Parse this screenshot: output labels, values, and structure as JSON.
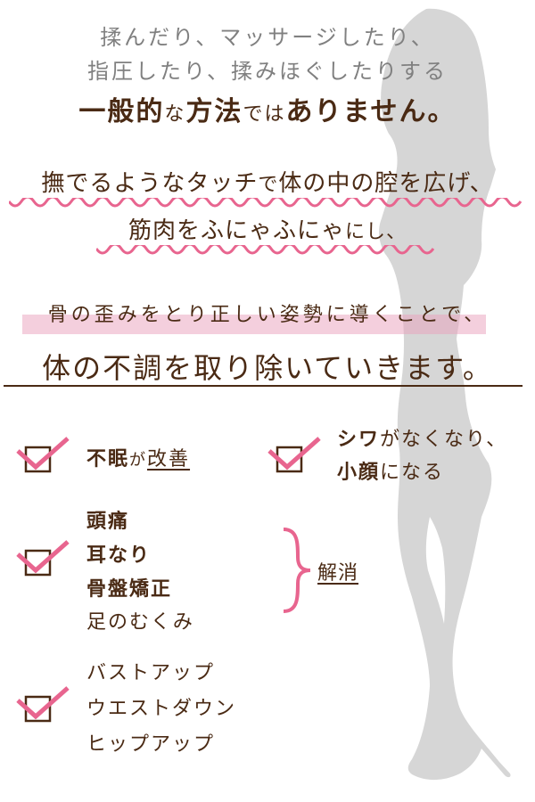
{
  "colors": {
    "text_brown": "#4a2a14",
    "text_gray": "#808080",
    "accent_pink": "#e8658f",
    "highlight_pink": "#f3c6d6",
    "silhouette_gray": "#d6d6d6"
  },
  "intro": {
    "line1": "揉んだり、マッサージしたり、",
    "line2": "指圧したり、揉みほぐしたりする",
    "line3_parts": [
      "一般的",
      "な",
      "方法",
      "では",
      "ありません。"
    ]
  },
  "method": {
    "line1_parts": [
      "撫でるようなタッチ",
      "で",
      "体の中の腔を広げ、"
    ],
    "line2_parts": [
      "筋肉をふにゃふにゃ",
      "にし、"
    ]
  },
  "posture": {
    "highlight_text": "骨の歪みをとり正しい姿勢に導くことで、"
  },
  "headline": {
    "text": "体の不調を取り除いていきます。"
  },
  "benefits": [
    {
      "lines": [
        [
          "不眠",
          "が",
          "改善"
        ]
      ]
    },
    {
      "lines": [
        [
          "シワ",
          "がなくなり、"
        ],
        [
          "小顔",
          "になる"
        ]
      ]
    },
    {
      "lines": [
        "頭痛",
        "耳なり",
        "骨盤矯正",
        "足のむくみ"
      ],
      "result": "解消"
    },
    {
      "lines": [
        "バストアップ",
        "ウエストダウン",
        "ヒップアップ"
      ]
    }
  ],
  "icons": {
    "checkbox": "checkbox-checked-icon",
    "brace": "curly-brace-icon",
    "silhouette": "woman-silhouette"
  }
}
